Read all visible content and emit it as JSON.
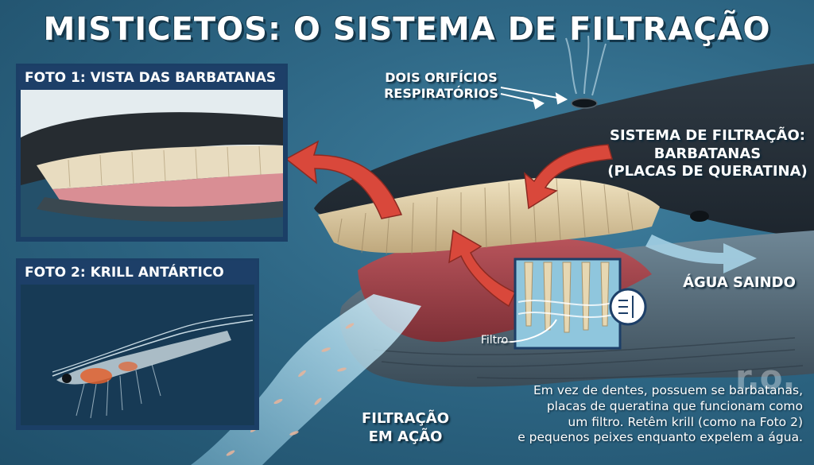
{
  "title": "MISTICETOS: O SISTEMA DE FILTRAÇÃO",
  "photo1": {
    "label": "FOTO 1: VISTA DAS BARBATANAS"
  },
  "photo2": {
    "label": "FOTO 2: KRILL ANTÁRTICO"
  },
  "labels": {
    "blowholes_line1": "DOIS ORIFÍCIOS",
    "blowholes_line2": "RESPIRATÓRIOS",
    "filter_system_line1": "SISTEMA DE FILTRAÇÃO:",
    "filter_system_line2": "BARBATANAS",
    "filter_system_line3": "(PLACAS DE QUERATINA)",
    "water_out": "ÁGUA SAINDO",
    "filter": "Filtro",
    "filtering_line1": "FILTRAÇÃO",
    "filtering_line2": "EM AÇÃO"
  },
  "caption": {
    "line1": "Em vez de dentes, possuem se barbatanas,",
    "line2": "placas de queratina que funcionam como",
    "line3": "um filtro. Retêm krill (como na Foto 2)",
    "line4": "e pequenos peixes enquanto expelem a água."
  },
  "watermark": "r.o.",
  "colors": {
    "arrow_red": "#d9483b",
    "label_box": "#1d3f68",
    "water_arrow": "#a9d6ea"
  }
}
